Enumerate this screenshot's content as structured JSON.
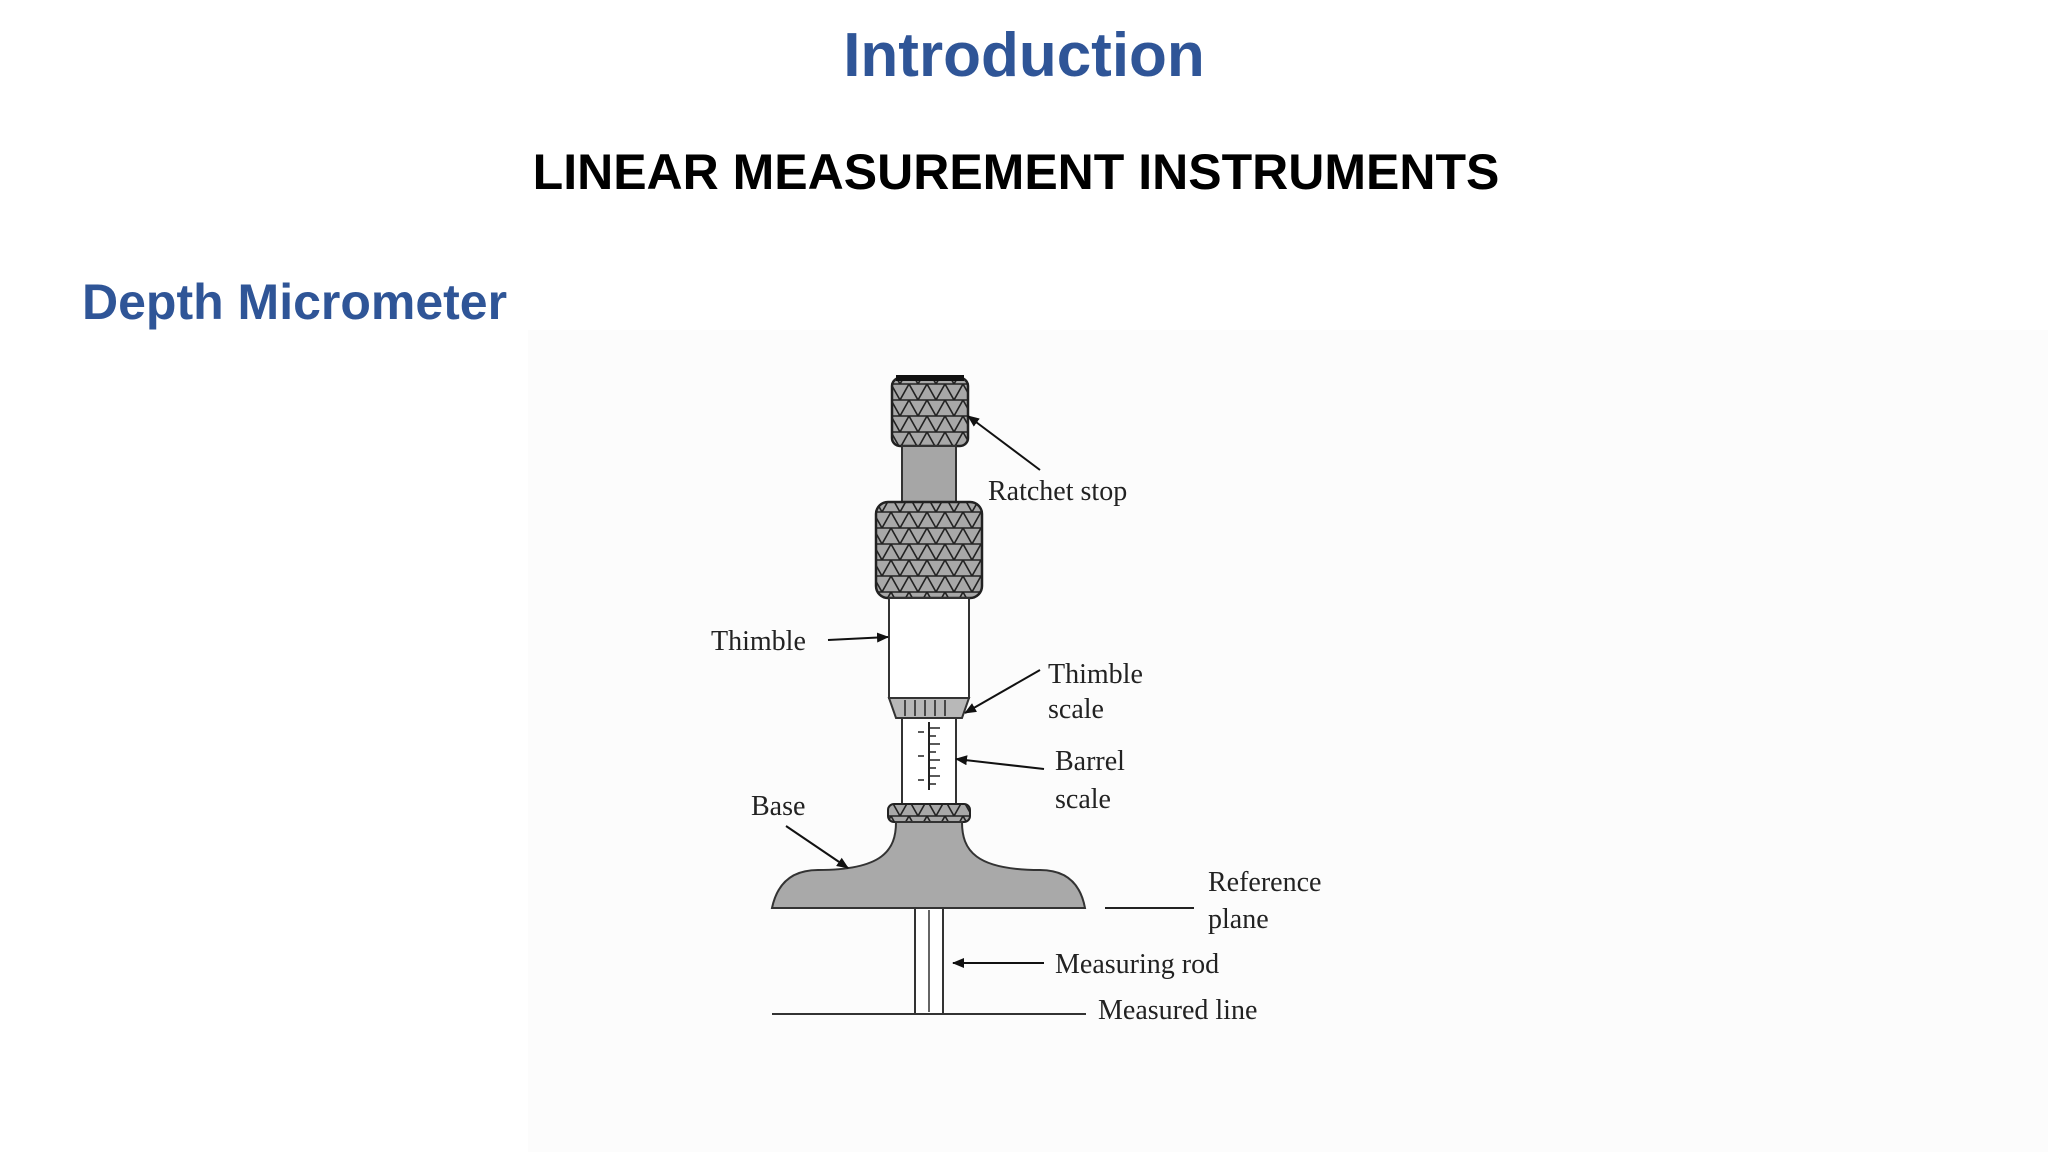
{
  "slide": {
    "title": "Introduction",
    "subtitle": "LINEAR MEASUREMENT INSTRUMENTS",
    "heading": "Depth Micrometer"
  },
  "diagram": {
    "labels": {
      "ratchet_stop": "Ratchet stop",
      "thimble": "Thimble",
      "thimble_scale_1": "Thimble",
      "thimble_scale_2": "scale",
      "barrel_scale_1": "Barrel",
      "barrel_scale_2": "scale",
      "base": "Base",
      "reference_plane_1": "Reference",
      "reference_plane_2": "plane",
      "measuring_rod": "Measuring rod",
      "measured_line": "Measured line"
    },
    "colors": {
      "body_fill": "#aaaaaa",
      "outline": "#333333",
      "title_blue": "#2f5597"
    }
  }
}
